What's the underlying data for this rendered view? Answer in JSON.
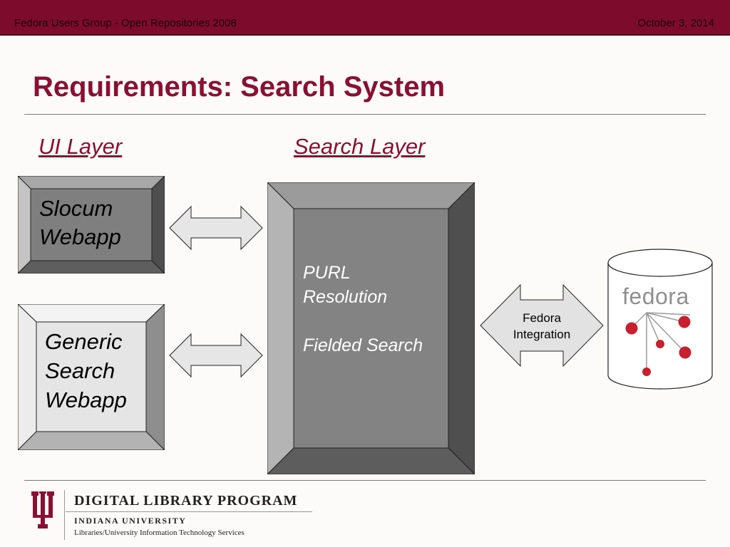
{
  "header": {
    "left_text": "Fedora Users Group - Open Repositories 2008",
    "right_text": "October 3, 2014"
  },
  "slide": {
    "title": "Requirements: Search System"
  },
  "diagram": {
    "ui_layer_heading": "UI Layer",
    "search_layer_heading": "Search Layer",
    "slocum_box": {
      "line1": "Slocum",
      "line2": "Webapp"
    },
    "generic_box": {
      "line1": "Generic",
      "line2": "Search",
      "line3": "Webapp"
    },
    "search_box": {
      "line1": "PURL",
      "line2": "Resolution",
      "line3": "Fielded Search"
    },
    "fedora_arrow": {
      "line1": "Fedora",
      "line2": "Integration"
    },
    "repository_logo_text": "fedora"
  },
  "footer": {
    "program": "DIGITAL LIBRARY PROGRAM",
    "university": "INDIANA UNIVERSITY",
    "services": "Libraries/University Information Technology Services"
  },
  "colors": {
    "brand_crimson": "#7d0b2c",
    "title_crimson": "#8a1033",
    "fedora_dot_red": "#c8202f"
  }
}
